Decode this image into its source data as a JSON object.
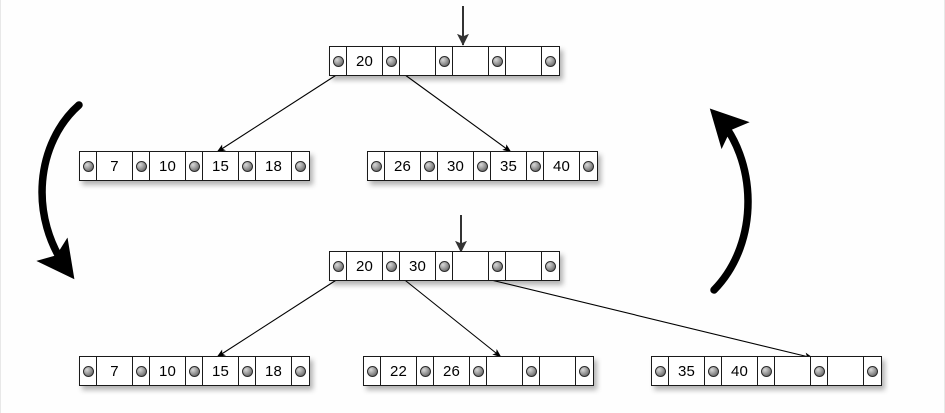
{
  "diagram": {
    "title": "B-tree node split on insertion",
    "background": "#ffffff",
    "line_color": "#000000",
    "node_border_color": "#1a1a1a",
    "pointer_glyph": "bullet-pointer",
    "empty_cell_label": ""
  },
  "trees": [
    {
      "id": "before",
      "name": "tree-before-split",
      "root": {
        "name": "root-node-before",
        "cells": [
          {
            "type": "pointer",
            "label": ""
          },
          {
            "type": "key",
            "label": "20"
          },
          {
            "type": "pointer",
            "label": ""
          },
          {
            "type": "key",
            "label": ""
          },
          {
            "type": "pointer",
            "label": ""
          },
          {
            "type": "key",
            "label": ""
          },
          {
            "type": "pointer",
            "label": ""
          },
          {
            "type": "key",
            "label": ""
          },
          {
            "type": "pointer",
            "label": ""
          }
        ]
      },
      "leaves": [
        {
          "name": "leaf-node-before-left",
          "cells": [
            {
              "type": "pointer",
              "label": ""
            },
            {
              "type": "key",
              "label": "7"
            },
            {
              "type": "pointer",
              "label": ""
            },
            {
              "type": "key",
              "label": "10"
            },
            {
              "type": "pointer",
              "label": ""
            },
            {
              "type": "key",
              "label": "15"
            },
            {
              "type": "pointer",
              "label": ""
            },
            {
              "type": "key",
              "label": "18"
            },
            {
              "type": "pointer",
              "label": ""
            }
          ]
        },
        {
          "name": "leaf-node-before-right",
          "cells": [
            {
              "type": "pointer",
              "label": ""
            },
            {
              "type": "key",
              "label": "26"
            },
            {
              "type": "pointer",
              "label": ""
            },
            {
              "type": "key",
              "label": "30"
            },
            {
              "type": "pointer",
              "label": ""
            },
            {
              "type": "key",
              "label": "35"
            },
            {
              "type": "pointer",
              "label": ""
            },
            {
              "type": "key",
              "label": "40"
            },
            {
              "type": "pointer",
              "label": ""
            }
          ]
        }
      ]
    },
    {
      "id": "after",
      "name": "tree-after-split",
      "root": {
        "name": "root-node-after",
        "cells": [
          {
            "type": "pointer",
            "label": ""
          },
          {
            "type": "key",
            "label": "20"
          },
          {
            "type": "pointer",
            "label": ""
          },
          {
            "type": "key",
            "label": "30"
          },
          {
            "type": "pointer",
            "label": ""
          },
          {
            "type": "key",
            "label": ""
          },
          {
            "type": "pointer",
            "label": ""
          },
          {
            "type": "key",
            "label": ""
          },
          {
            "type": "pointer",
            "label": ""
          }
        ]
      },
      "leaves": [
        {
          "name": "leaf-node-after-left",
          "cells": [
            {
              "type": "pointer",
              "label": ""
            },
            {
              "type": "key",
              "label": "7"
            },
            {
              "type": "pointer",
              "label": ""
            },
            {
              "type": "key",
              "label": "10"
            },
            {
              "type": "pointer",
              "label": ""
            },
            {
              "type": "key",
              "label": "15"
            },
            {
              "type": "pointer",
              "label": ""
            },
            {
              "type": "key",
              "label": "18"
            },
            {
              "type": "pointer",
              "label": ""
            }
          ]
        },
        {
          "name": "leaf-node-after-middle",
          "cells": [
            {
              "type": "pointer",
              "label": ""
            },
            {
              "type": "key",
              "label": "22"
            },
            {
              "type": "pointer",
              "label": ""
            },
            {
              "type": "key",
              "label": "26"
            },
            {
              "type": "pointer",
              "label": ""
            },
            {
              "type": "key",
              "label": ""
            },
            {
              "type": "pointer",
              "label": ""
            },
            {
              "type": "key",
              "label": ""
            },
            {
              "type": "pointer",
              "label": ""
            }
          ]
        },
        {
          "name": "leaf-node-after-right",
          "cells": [
            {
              "type": "pointer",
              "label": ""
            },
            {
              "type": "key",
              "label": "35"
            },
            {
              "type": "pointer",
              "label": ""
            },
            {
              "type": "key",
              "label": "40"
            },
            {
              "type": "pointer",
              "label": ""
            },
            {
              "type": "key",
              "label": ""
            },
            {
              "type": "pointer",
              "label": ""
            },
            {
              "type": "key",
              "label": ""
            },
            {
              "type": "pointer",
              "label": ""
            }
          ]
        }
      ]
    }
  ],
  "annotations": {
    "insertion_arrows": [
      {
        "name": "insertion-arrow-top",
        "label": ""
      },
      {
        "name": "insertion-arrow-bottom",
        "label": ""
      }
    ],
    "transition_arrows": [
      {
        "name": "transition-arrow-left",
        "label": ""
      },
      {
        "name": "transition-arrow-right",
        "label": ""
      }
    ]
  }
}
